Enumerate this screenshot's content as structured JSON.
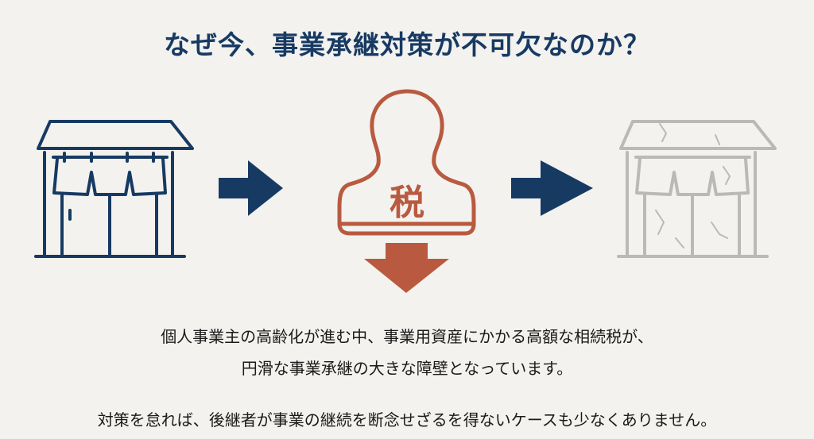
{
  "title": "なぜ今、事業承継対策が不可欠なのか？",
  "stamp": {
    "label": "税"
  },
  "body": {
    "line1": "個人事業主の高齢化が進む中、事業用資産にかかる高額な相続税が、",
    "line2": "円滑な事業承継の大きな障壁となっています。",
    "line3": "対策を怠れば、後継者が事業の継続を断念せざるを得ないケースも少なくありません。"
  },
  "colors": {
    "navy": "#173a63",
    "tax": "#b95a40",
    "ruin": "#b9b9b6",
    "background": "#f3f2ee"
  }
}
